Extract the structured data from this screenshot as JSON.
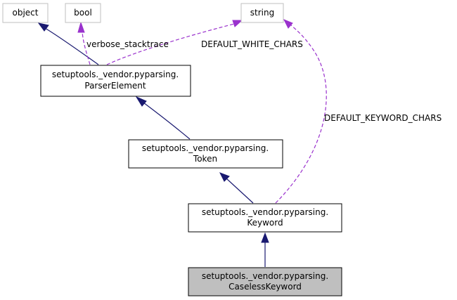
{
  "nodes": {
    "object": {
      "label": "object"
    },
    "bool": {
      "label": "bool"
    },
    "string": {
      "label": "string"
    },
    "parser_element": {
      "line1": "setuptools._vendor.pyparsing.",
      "line2": "ParserElement"
    },
    "token": {
      "line1": "setuptools._vendor.pyparsing.",
      "line2": "Token"
    },
    "keyword": {
      "line1": "setuptools._vendor.pyparsing.",
      "line2": "Keyword"
    },
    "caseless_keyword": {
      "line1": "setuptools._vendor.pyparsing.",
      "line2": "CaselessKeyword"
    }
  },
  "edge_labels": {
    "verbose_stacktrace": "verbose_stacktrace",
    "default_white_chars": "DEFAULT_WHITE_CHARS",
    "default_keyword_chars": "DEFAULT_KEYWORD_CHARS"
  },
  "colors": {
    "inheritance": "#191970",
    "usage": "#9a32cd",
    "current_node_fill": "#bfbfbf",
    "external_node_border": "#bfbfbf"
  }
}
